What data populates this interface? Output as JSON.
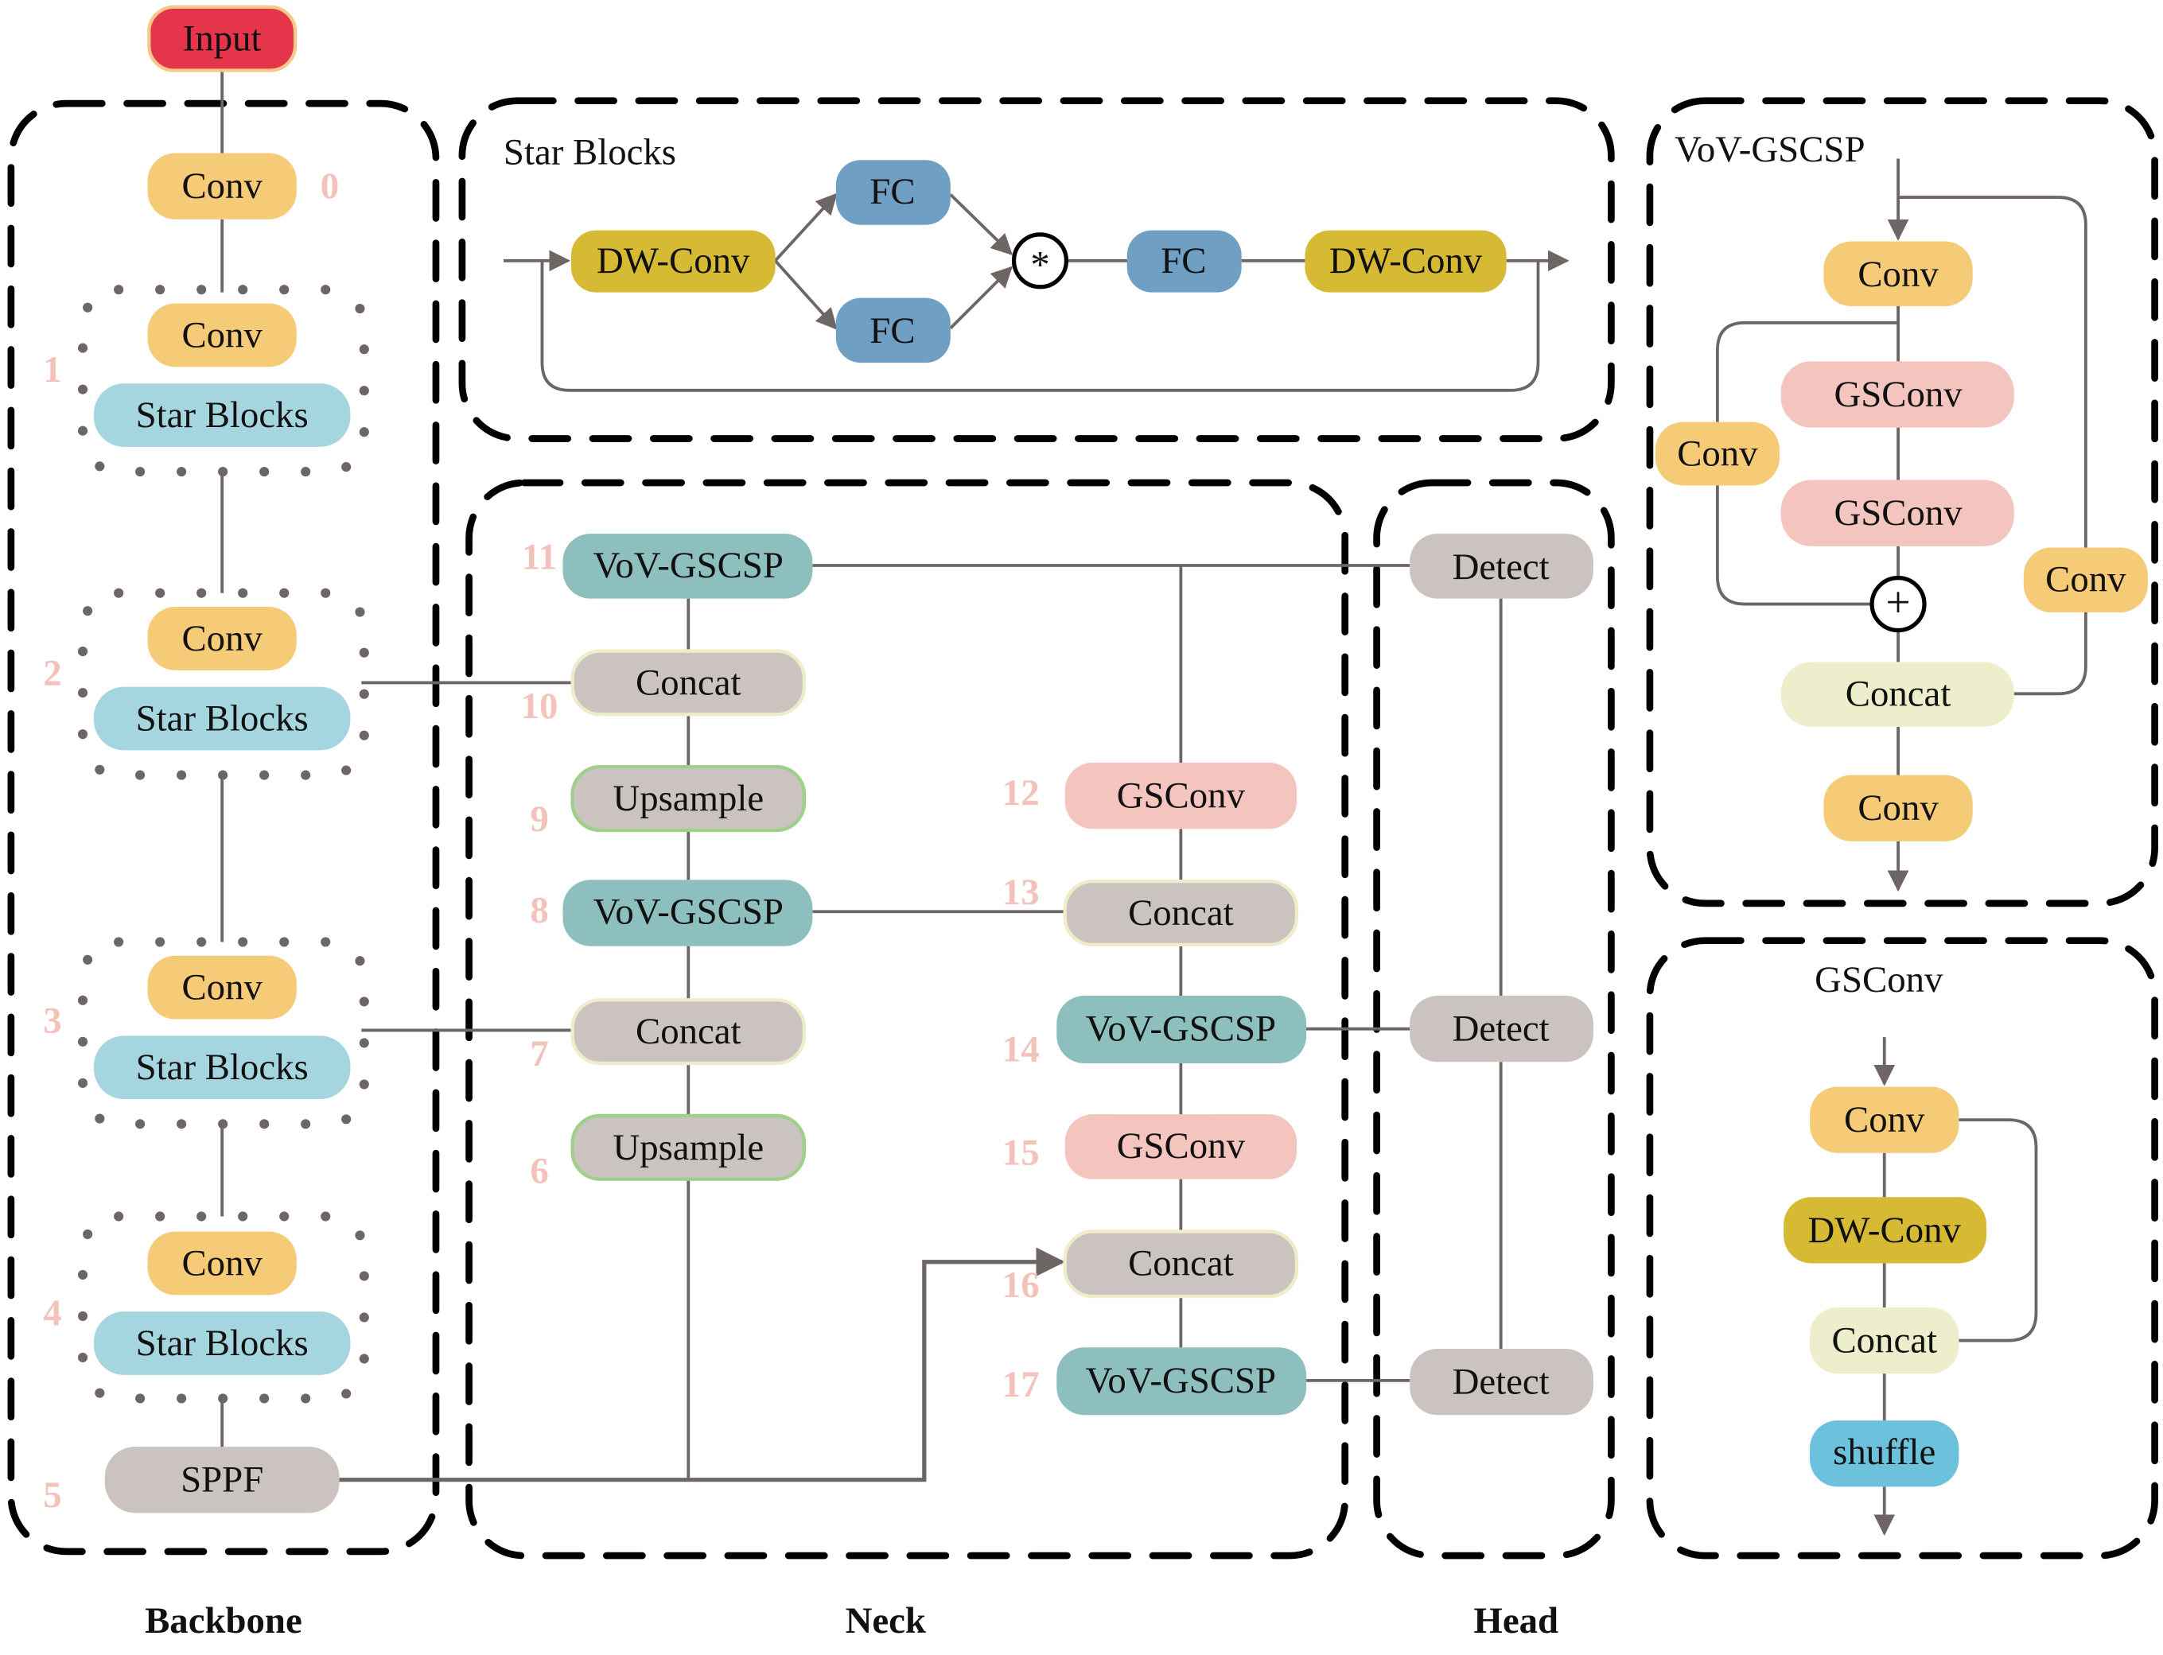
{
  "colors": {
    "input": "#e4354a",
    "input_border": "#f6c98a",
    "conv": "#f5cb78",
    "star_blocks": "#a5d6df",
    "dw_conv": "#d6ba34",
    "fc": "#709fc4",
    "vov_gscsp": "#8cbfbd",
    "concat": "#cbc3bf",
    "concat_border": "#efeccb",
    "upsample": "#cbc3bf",
    "upsample_border": "#9fcf8a",
    "gsconv": "#f4c4be",
    "detect": "#cbc3bf",
    "sppf": "#cbc3bf",
    "concat_light": "#edefcc",
    "shuffle": "#6cc1dd",
    "index_label": "#f2c2bb",
    "edge": "#6d6664"
  },
  "input": {
    "label": "Input"
  },
  "backbone": {
    "section_label": "Backbone",
    "nodes": [
      {
        "index": "0",
        "label": "Conv",
        "type": "conv"
      },
      {
        "index": "1",
        "items": [
          "Conv",
          "Star Blocks"
        ]
      },
      {
        "index": "2",
        "items": [
          "Conv",
          "Star Blocks"
        ]
      },
      {
        "index": "3",
        "items": [
          "Conv",
          "Star Blocks"
        ]
      },
      {
        "index": "4",
        "items": [
          "Conv",
          "Star Blocks"
        ]
      },
      {
        "index": "5",
        "label": "SPPF",
        "type": "sppf"
      }
    ]
  },
  "neck": {
    "section_label": "Neck",
    "left_column": [
      {
        "index": "11",
        "label": "VoV-GSCSP",
        "type": "vov_gscsp"
      },
      {
        "index": "10",
        "label": "Concat",
        "type": "concat"
      },
      {
        "index": "9",
        "label": "Upsample",
        "type": "upsample"
      },
      {
        "index": "8",
        "label": "VoV-GSCSP",
        "type": "vov_gscsp"
      },
      {
        "index": "7",
        "label": "Concat",
        "type": "concat"
      },
      {
        "index": "6",
        "label": "Upsample",
        "type": "upsample"
      }
    ],
    "right_column": [
      {
        "index": "12",
        "label": "GSConv",
        "type": "gsconv"
      },
      {
        "index": "13",
        "label": "Concat",
        "type": "concat"
      },
      {
        "index": "14",
        "label": "VoV-GSCSP",
        "type": "vov_gscsp"
      },
      {
        "index": "15",
        "label": "GSConv",
        "type": "gsconv"
      },
      {
        "index": "16",
        "label": "Concat",
        "type": "concat"
      },
      {
        "index": "17",
        "label": "VoV-GSCSP",
        "type": "vov_gscsp"
      }
    ]
  },
  "head": {
    "section_label": "Head",
    "nodes": [
      {
        "label": "Detect"
      },
      {
        "label": "Detect"
      },
      {
        "label": "Detect"
      }
    ]
  },
  "star_blocks_panel": {
    "title": "Star Blocks",
    "nodes": [
      "DW-Conv",
      "FC",
      "FC",
      "FC",
      "DW-Conv"
    ],
    "operator": "*"
  },
  "vov_panel": {
    "title": "VoV-GSCSP",
    "nodes": [
      "Conv",
      "GSConv",
      "GSConv",
      "Conv",
      "Conv",
      "Concat",
      "Conv"
    ],
    "operator": "+"
  },
  "gsconv_panel": {
    "title": "GSConv",
    "nodes": [
      "Conv",
      "DW-Conv",
      "Concat",
      "shuffle"
    ]
  }
}
